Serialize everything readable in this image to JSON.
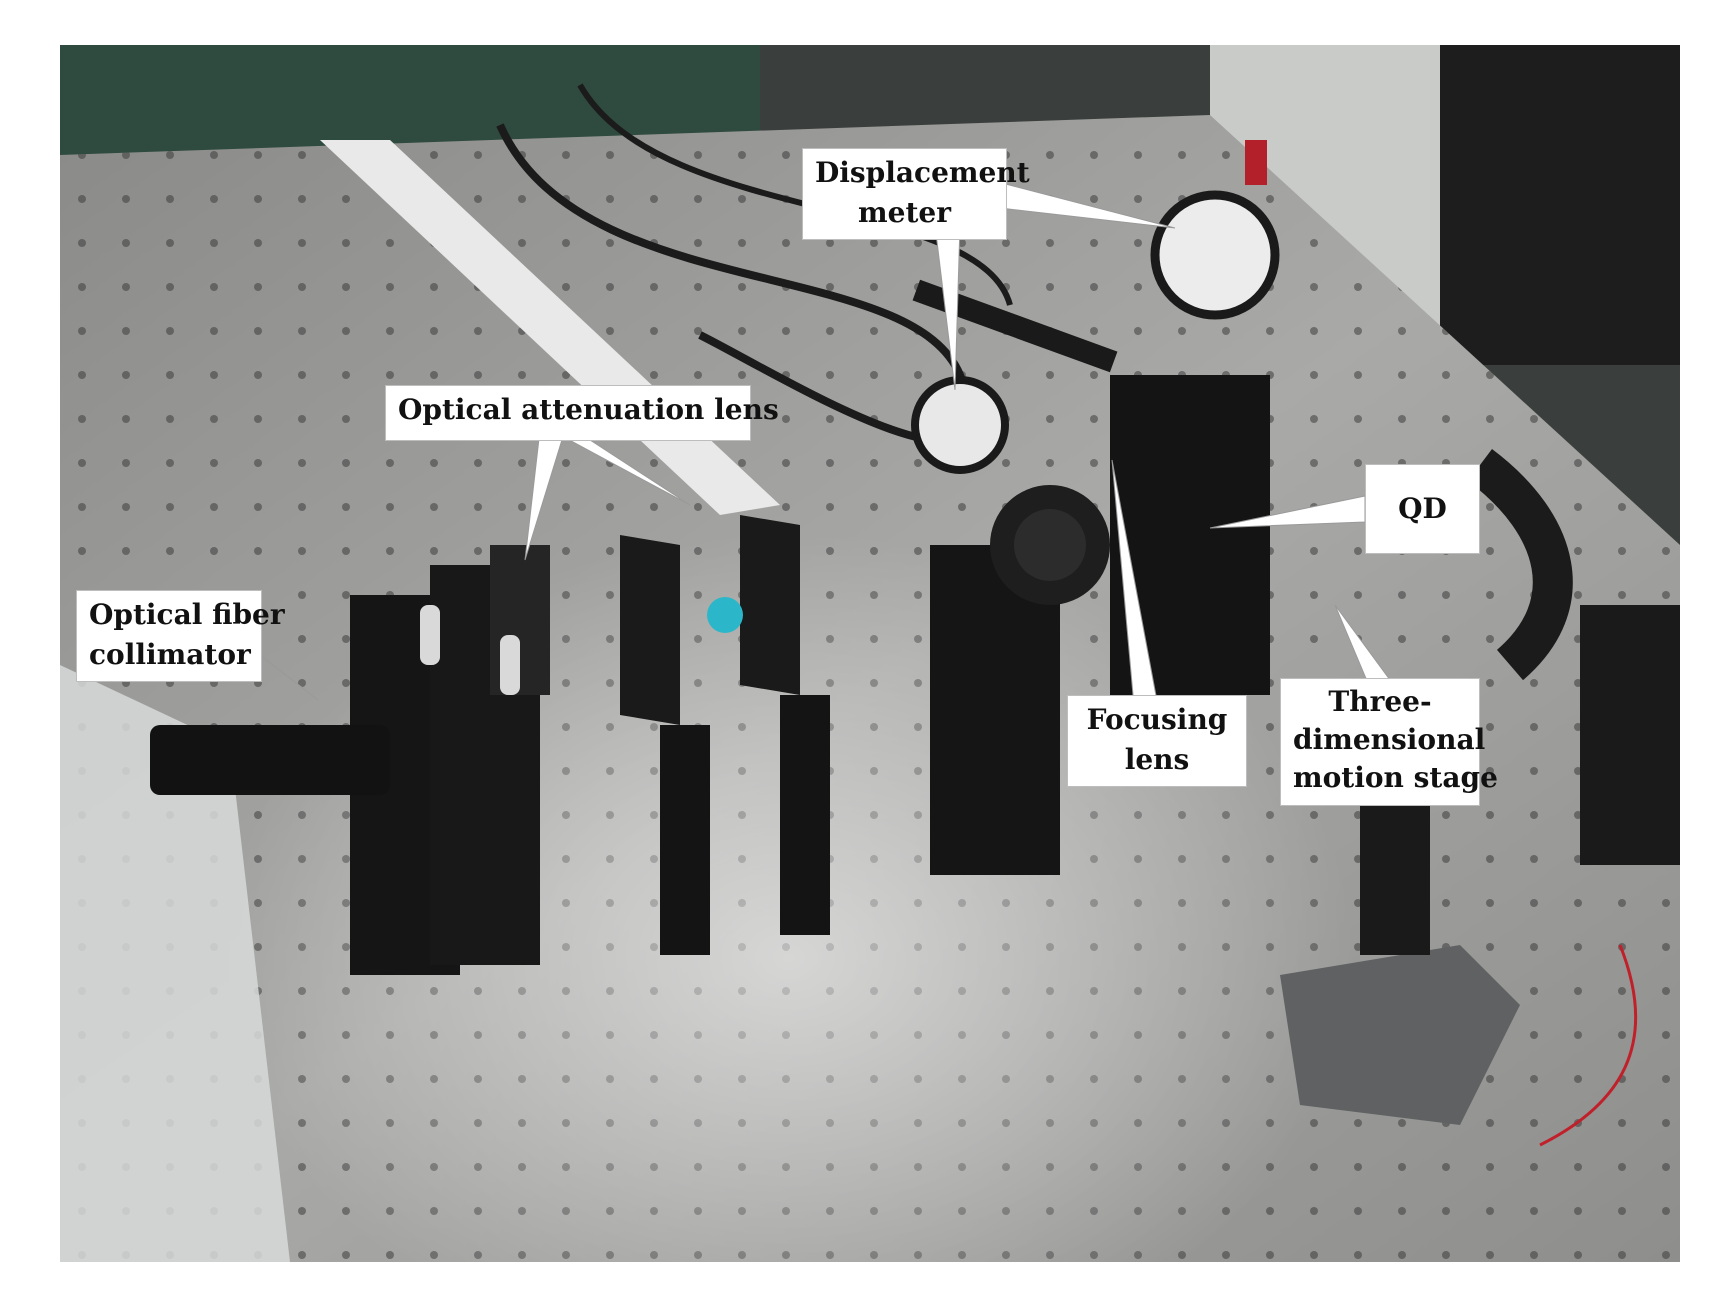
{
  "figure": {
    "labels": {
      "displacement_meter": [
        "Displacement",
        "meter"
      ],
      "optical_attenuation_lens": [
        "Optical attenuation lens"
      ],
      "optical_fiber_collimator": [
        "Optical fiber",
        "collimator"
      ],
      "qd": [
        "QD"
      ],
      "focusing_lens": [
        "Focusing",
        "lens"
      ],
      "three_dimensional_motion_stage": [
        "Three-",
        "dimensional",
        "motion stage"
      ]
    }
  }
}
